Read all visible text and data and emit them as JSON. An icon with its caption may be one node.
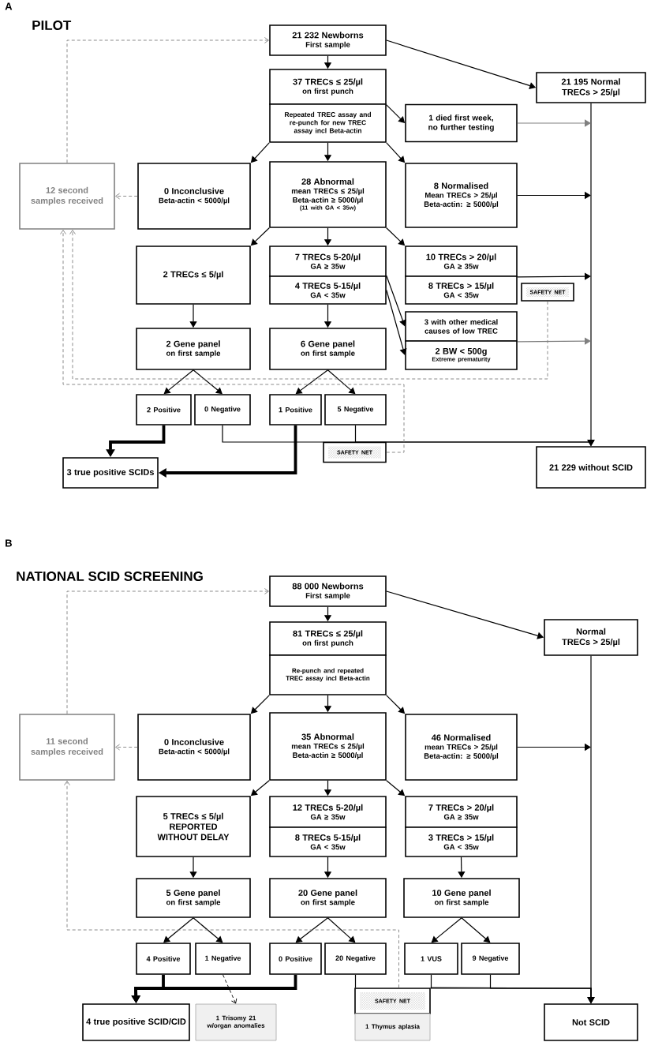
{
  "diagram": {
    "nodes": [
      {
        "text": [
          "21 232 Newborns",
          "First sample"
        ]
      },
      {
        "text": [
          "37 TRECs ≤ 25/µl",
          "on first punch"
        ]
      },
      {
        "text": [
          "Repeated TREC assay and re-punch for new TREC assay incl Beta-actin"
        ]
      },
      {
        "text": [
          "21 195 Normal TRECs > 25/µl"
        ]
      },
      {
        "text": [
          "1 died first week, no further testing"
        ]
      },
      {
        "text": [
          "12 second samples received"
        ]
      },
      {
        "text": [
          "0 Inconclusive",
          "Beta-actin < 5000/µl"
        ]
      },
      {
        "text": [
          "28 Abnormal",
          "mean TRECs ≤ 25/µl Beta-actin ≥ 5000/µl",
          "(11 with GA < 35w)"
        ]
      },
      {
        "text": [
          "8 Normalised",
          "Mean TRECs > 25/µl Beta-actin: ≥ 5000/µl"
        ]
      },
      {
        "text": [
          "2 TRECs ≤ 5/µl"
        ]
      },
      {
        "text": [
          "7 TRECs 5-20/µl",
          "GA ≥ 35w"
        ]
      },
      {
        "text": [
          "4 TRECs 5-15/µl",
          "GA < 35w"
        ]
      },
      {
        "text": [
          "10 TRECs > 20/µl",
          "GA ≥ 35w"
        ]
      },
      {
        "text": [
          "8 TRECs > 15/µl",
          "GA < 35w"
        ]
      },
      {
        "text": [
          "SAFETY NET"
        ]
      },
      {
        "text": [
          "3 with other medical causes of low TREC"
        ]
      },
      {
        "text": [
          "2 BW < 500g",
          "Extreme prematurity"
        ]
      },
      {
        "text": [
          "2 Gene panel",
          "on first sample"
        ]
      },
      {
        "text": [
          "6 Gene panel",
          "on first sample"
        ]
      },
      {
        "text": [
          "2 Positive"
        ]
      },
      {
        "text": [
          "0 Negative"
        ]
      },
      {
        "text": [
          "1 Positive"
        ]
      },
      {
        "text": [
          "5 Negative"
        ]
      },
      {
        "text": [
          "SAFETY NET"
        ]
      },
      {
        "text": [
          "3 true positive SCIDs"
        ]
      },
      {
        "text": [
          "21 229 without SCID"
        ]
      },
      {
        "text": [
          "88 000 Newborns",
          "First sample"
        ]
      },
      {
        "text": [
          "81 TRECs ≤ 25/µl",
          "on first punch"
        ]
      },
      {
        "text": [
          "Re-punch and repeated TREC assay incl Beta-actin"
        ]
      },
      {
        "text": [
          "Normal TRECs > 25/µl"
        ]
      },
      {
        "text": [
          "11 second samples received"
        ]
      },
      {
        "text": [
          "0 Inconclusive",
          "Beta-actin < 5000/µl"
        ]
      },
      {
        "text": [
          "35 Abnormal",
          "mean TRECs ≤ 25/µl Beta-actin ≥ 5000/µl"
        ]
      },
      {
        "text": [
          "46 Normalised",
          "mean TRECs > 25/µl Beta-actin: ≥ 5000/µl"
        ]
      },
      {
        "text": [
          "5 TRECs ≤ 5/µl REPORTED WITHOUT DELAY"
        ]
      },
      {
        "text": [
          "12 TRECs 5-20/µl",
          "GA ≥ 35w"
        ]
      },
      {
        "text": [
          "8 TRECs 5-15/µl",
          "GA < 35w"
        ]
      },
      {
        "text": [
          "7 TRECs > 20/µl",
          "GA ≥ 35w"
        ]
      },
      {
        "text": [
          "3 TRECs > 15/µl",
          "GA < 35w"
        ]
      },
      {
        "text": [
          "5 Gene panel",
          "on first sample"
        ]
      },
      {
        "text": [
          "20 Gene panel",
          "on first sample"
        ]
      },
      {
        "text": [
          "10 Gene panel",
          "on first sample"
        ]
      },
      {
        "text": [
          "4 Positive"
        ]
      },
      {
        "text": [
          "1 Negative"
        ]
      },
      {
        "text": [
          "0 Positive"
        ]
      },
      {
        "text": [
          "20 Negative"
        ]
      },
      {
        "text": [
          "1 VUS"
        ]
      },
      {
        "text": [
          "9 Negative"
        ]
      },
      {
        "text": [
          "4 true positive SCID/CID"
        ]
      },
      {
        "text": [
          "1 Trisomy 21 w/organ anomalies"
        ]
      },
      {
        "text": [
          "SAFETY NET"
        ]
      },
      {
        "text": [
          "1 Thymus aplasia"
        ]
      },
      {
        "text": [
          "Not SCID"
        ]
      }
    ],
    "edges": [
      {
        "from": 0,
        "to": 1,
        "arrow": "to"
      },
      {
        "from": 0,
        "to": 3,
        "arrow": "to"
      },
      {
        "from": 1,
        "to": 4,
        "arrow": "to"
      },
      {
        "from": 2,
        "to": 6,
        "arrow": "to"
      },
      {
        "from": 2,
        "to": 7,
        "arrow": "to"
      },
      {
        "from": 2,
        "to": 8,
        "arrow": "to"
      },
      {
        "from": 6,
        "to": 5,
        "arrow": "to",
        "style": "dashed",
        "color": "#808080"
      },
      {
        "from": 5,
        "to": 0,
        "arrow": "to",
        "style": "dashed",
        "color": "#808080"
      },
      {
        "from": 7,
        "to": 9,
        "arrow": "to"
      },
      {
        "from": 7,
        "to": 10,
        "arrow": "to"
      },
      {
        "from": 7,
        "to": 12,
        "arrow": "to"
      },
      {
        "from": 11,
        "to": 15,
        "arrow": "to"
      },
      {
        "from": 11,
        "to": 16,
        "arrow": "to"
      },
      {
        "from": 9,
        "to": 17,
        "arrow": "to"
      },
      {
        "from": 11,
        "to": 18,
        "arrow": "to"
      },
      {
        "from": 17,
        "to": 19,
        "arrow": "to"
      },
      {
        "from": 17,
        "to": 20,
        "arrow": "to"
      },
      {
        "from": 18,
        "to": 21,
        "arrow": "to"
      },
      {
        "from": 18,
        "to": 22,
        "arrow": "to"
      },
      {
        "from": 19,
        "to": 24,
        "arrow": "to",
        "style": "thick"
      },
      {
        "from": 21,
        "to": 24,
        "arrow": "to",
        "style": "thick"
      },
      {
        "from": 20,
        "to": 25,
        "arrow": "to"
      },
      {
        "from": 22,
        "to": 25,
        "arrow": "to"
      },
      {
        "from": 3,
        "to": 25,
        "arrow": "to"
      },
      {
        "from": 4,
        "to": null,
        "arrow": "to",
        "color": "#808080"
      },
      {
        "from": 8,
        "to": null,
        "arrow": "to"
      },
      {
        "from": 12,
        "to": null,
        "arrow": "to"
      },
      {
        "from": 15,
        "to": null,
        "arrow": "to",
        "color": "#808080"
      },
      {
        "from": 14,
        "to": 5,
        "arrow": "to",
        "style": "dashed",
        "color": "#808080"
      },
      {
        "from": 23,
        "to": 5,
        "arrow": "to",
        "style": "dashed",
        "color": "#808080"
      },
      {
        "from": 26,
        "to": 27,
        "arrow": "to"
      },
      {
        "from": 26,
        "to": 29,
        "arrow": "to"
      },
      {
        "from": 28,
        "to": 31,
        "arrow": "to"
      },
      {
        "from": 28,
        "to": 32,
        "arrow": "to"
      },
      {
        "from": 28,
        "to": 33,
        "arrow": "to"
      },
      {
        "from": 31,
        "to": 30,
        "arrow": "to",
        "style": "dashed",
        "color": "#808080"
      },
      {
        "from": 30,
        "to": 26,
        "arrow": "to",
        "style": "dashed",
        "color": "#808080"
      },
      {
        "from": 32,
        "to": 34,
        "arrow": "to"
      },
      {
        "from": 32,
        "to": 35,
        "arrow": "to"
      },
      {
        "from": 32,
        "to": 37,
        "arrow": "to"
      },
      {
        "from": 34,
        "to": 39,
        "arrow": "to"
      },
      {
        "from": 36,
        "to": 40,
        "arrow": "to"
      },
      {
        "from": 38,
        "to": 41,
        "arrow": "to"
      },
      {
        "from": 39,
        "to": 42,
        "arrow": "to"
      },
      {
        "from": 39,
        "to": 43,
        "arrow": "to"
      },
      {
        "from": 40,
        "to": 44,
        "arrow": "to"
      },
      {
        "from": 40,
        "to": 45,
        "arrow": "to"
      },
      {
        "from": 41,
        "to": 46,
        "arrow": "to"
      },
      {
        "from": 41,
        "to": 47,
        "arrow": "to"
      },
      {
        "from": 42,
        "to": 48,
        "arrow": "to",
        "style": "thick"
      },
      {
        "from": 44,
        "to": 48,
        "arrow": "to",
        "style": "thick"
      },
      {
        "from": 43,
        "to": 49,
        "arrow": "to",
        "style": "dashed"
      },
      {
        "from": 45,
        "to": 50,
        "arrow": "none"
      },
      {
        "from": 50,
        "to": 30,
        "arrow": "to",
        "style": "dashed",
        "color": "#808080"
      },
      {
        "from": 50,
        "to": 52,
        "arrow": "to"
      },
      {
        "from": 46,
        "to": 52,
        "arrow": "to"
      },
      {
        "from": 47,
        "to": 52,
        "arrow": "to"
      },
      {
        "from": 29,
        "to": 52,
        "arrow": "to"
      },
      {
        "from": 33,
        "to": null,
        "arrow": "to"
      }
    ],
    "labels": [
      "A",
      "PILOT",
      "B",
      "NATIONAL SCID SCREENING"
    ]
  }
}
